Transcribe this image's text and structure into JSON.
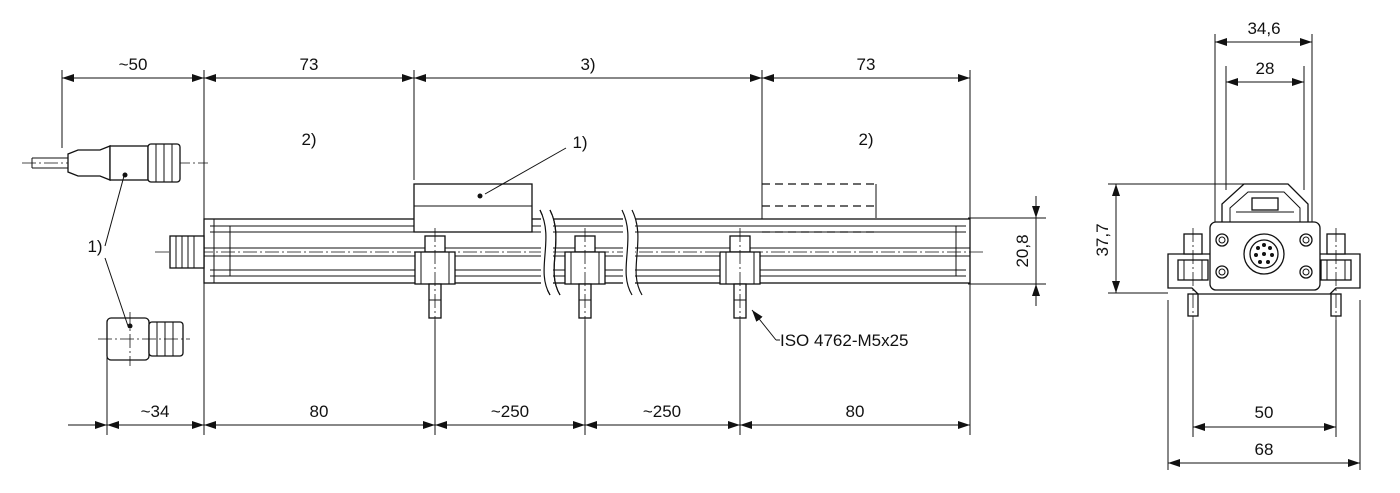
{
  "dimensions": {
    "top_cable": "~50",
    "top_left_73": "73",
    "top_middle": "3)",
    "top_right_73": "73",
    "bottom_connector": "~34",
    "bottom_80_left": "80",
    "bottom_250_left": "~250",
    "bottom_250_right": "~250",
    "bottom_80_right": "80",
    "profile_height": "20,8",
    "side_width_outer": "34,6",
    "side_width_inner": "28",
    "side_height": "37,7",
    "side_hole_spacing": "50",
    "side_total_width": "68"
  },
  "notes": {
    "footnote_2_left": "2)",
    "footnote_2_right": "2)",
    "footnote_1_slider": "1)",
    "footnote_1_connector": "1)",
    "screw_spec": "ISO 4762-M5x25"
  }
}
